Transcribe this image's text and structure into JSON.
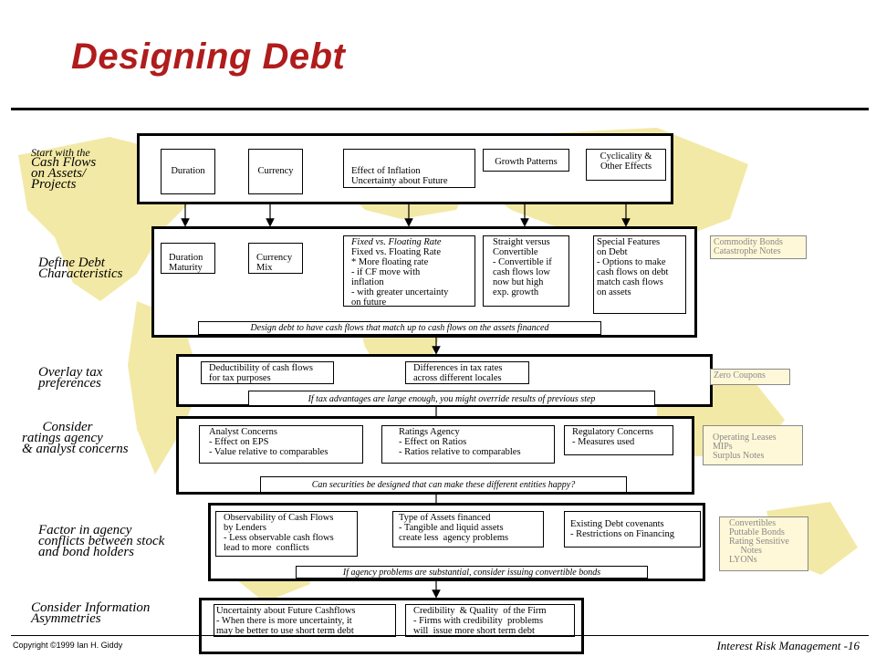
{
  "title": "Designing Debt",
  "stages": [
    {
      "lines": [
        "Start with the"
      ],
      "big": [
        "Cash Flows",
        "on Assets/",
        "Projects"
      ]
    },
    {
      "lines": [
        "Define Debt",
        "Characteristics"
      ]
    },
    {
      "lines": [
        "Overlay tax",
        "preferences"
      ]
    },
    {
      "lines": [
        "Consider",
        "ratings agency",
        "& analyst concerns"
      ]
    },
    {
      "lines": [
        "Factor in agency",
        "conflicts between stock",
        "and bond holders"
      ]
    },
    {
      "lines": [
        "Consider Information",
        "Asymmetries"
      ]
    }
  ],
  "row1": {
    "duration": "Duration",
    "currency": "Currency",
    "inflation": "Effect of Inflation\nUncertainty about Future",
    "growth": "Growth Patterns",
    "cyclicality": "Cyclicality &\nOther Effects"
  },
  "row2": {
    "duration": "Duration\nMaturity",
    "currency": "Currency\nMix",
    "fixed": "Fixed vs. Floating Rate\n* More floating rate\n- if CF move with\ninflation\n- with greater uncertainty\non future",
    "straight": "Straight versus\nConvertible\n- Convertible if\ncash flows low\nnow but high\nexp. growth",
    "special": "Special Features\non Debt\n- Options to make\ncash flows on debt\nmatch cash flows\non assets",
    "note": "Design debt to have cash flows that match up to cash flows on the assets financed"
  },
  "row3": {
    "deduct": "Deductibility of cash flows\nfor tax purposes",
    "diff": "Differences in tax rates\nacross different locales",
    "note": "If tax advantages are large enough, you might override results of previous step"
  },
  "row4": {
    "analyst": "Analyst Concerns\n- Effect on EPS\n- Value relative to comparables",
    "ratings": "Ratings Agency\n- Effect on Ratios\n- Ratios relative to comparables",
    "regulatory": "Regulatory Concerns\n- Measures used",
    "note": "Can securities be designed that can make these different entities happy?"
  },
  "row5": {
    "observe": "Observability of Cash Flows\nby Lenders\n- Less observable cash flows\nlead to more  conflicts",
    "assets": "Type of Assets financed\n- Tangible and liquid assets\ncreate less  agency problems",
    "covenants": "Existing Debt covenants\n- Restrictions on Financing",
    "note": "If agency problems are substantial, consider issuing convertible bonds"
  },
  "row6": {
    "uncertainty": "Uncertainty about Future Cashflows\n- When there is more uncertainty, it\nmay be better to use short term debt",
    "credibility": "Credibility  & Quality  of the Firm\n- Firms with credibility  problems\nwill  issue more short term debt"
  },
  "sidebars": {
    "commodity": "Commodity Bonds\nCatastrophe Notes",
    "zero": "Zero Coupons",
    "leases": "Operating Leases\nMIPs\nSurplus Notes",
    "convertibles": "Convertibles\nPuttable Bonds\nRating Sensitive\n     Notes\nLYONs"
  },
  "copyright": "Copyright ©1999 Ian H. Giddy",
  "footer": "Interest Risk Management -16",
  "colors": {
    "title": "#b01c1c",
    "map": "#f3e9a6"
  }
}
